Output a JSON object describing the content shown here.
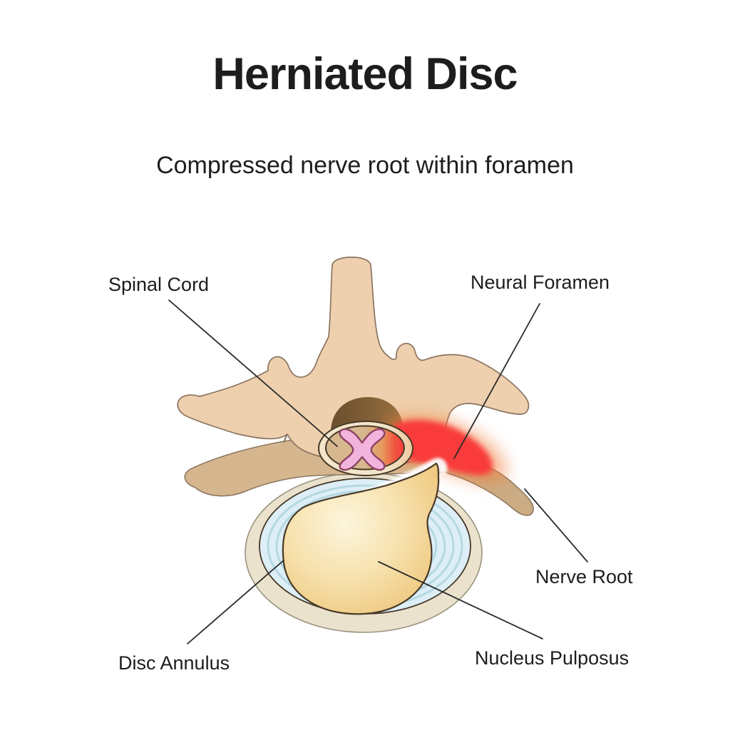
{
  "title": "Herniated Disc",
  "subtitle": "Compressed nerve root within foramen",
  "labels": {
    "spinal_cord": "Spinal Cord",
    "neural_foramen": "Neural Foramen",
    "nerve_root": "Nerve Root",
    "disc_annulus": "Disc Annulus",
    "nucleus_pulposus": "Nucleus Pulposus"
  },
  "colors": {
    "background": "#ffffff",
    "text": "#1d1d1d",
    "bone": "#eed0ae",
    "bone_dark": "#d6b68e",
    "nerve_root": "#cbab83",
    "bone_outline": "#8a7460",
    "canal_brown": "#74522f",
    "dura_cream": "#f3e6ca",
    "cord_tan": "#d7b78e",
    "dark_outline": "#473928",
    "gray_matter": "#f2b3dd",
    "gray_matter_outline": "#8e4365",
    "inflammation_red": "#f93b3b",
    "inflammation_glow": "#f2803c",
    "annulus_ring": "#eae2cd",
    "annulus_outline": "#9a927e",
    "disc_blue": "#ddeef6",
    "disc_ring_line": "#b5d8e2",
    "nucleus_gold": "#ecbf6e",
    "nucleus_light": "#fdf5dc",
    "leader_line": "#2a2a2a"
  }
}
